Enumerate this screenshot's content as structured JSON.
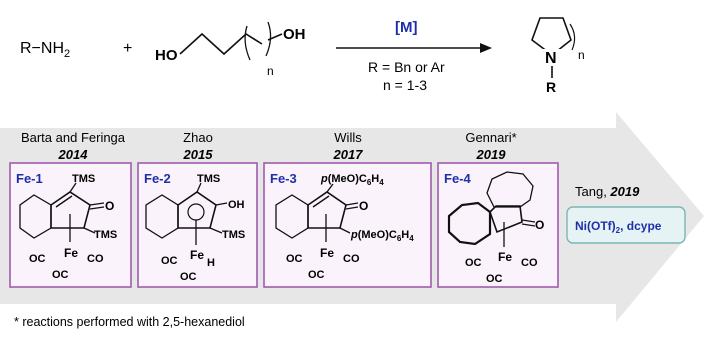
{
  "reaction": {
    "amine": "R−NH",
    "amine_sub": "2",
    "plus": "+",
    "diol_ho_left": "HO",
    "diol_oh_right": "OH",
    "diol_n": "n",
    "catalyst": "[M]",
    "cond_r": "R = Bn or Ar",
    "cond_n": "n = 1-3",
    "product_n_atom": "N",
    "product_r": "R",
    "product_n": "n"
  },
  "accent_colors": {
    "label_blue": "#1f2fa8",
    "box_border": "#a35ab0",
    "arrow_fill": "#e7e7e7",
    "tang_border": "#7ab7b3",
    "tang_fill": "#e6f3f4"
  },
  "works": [
    {
      "author": "Barta and Feringa",
      "year": "2014",
      "label": "Fe-1"
    },
    {
      "author": "Zhao",
      "year": "2015",
      "label": "Fe-2"
    },
    {
      "author": "Wills",
      "year": "2017",
      "label": "Fe-3"
    },
    {
      "author": "Gennari*",
      "year": "2019",
      "label": "Fe-4"
    }
  ],
  "tang": {
    "author": "Tang, ",
    "year": "2019",
    "cat": "Ni(OTf)",
    "cat_sub": "2",
    "cat_rest": ", dcype"
  },
  "struct_labels": {
    "tms": "TMS",
    "o": "O",
    "oh": "OH",
    "fe": "Fe",
    "h": "H",
    "oc": "OC",
    "co": "CO",
    "aryl_p": "p",
    "aryl_rest": "(MeO)C",
    "aryl_sub": "6",
    "aryl_h": "H",
    "aryl_sub2": "4"
  },
  "footnote": "* reactions performed with 2,5-hexanediol"
}
